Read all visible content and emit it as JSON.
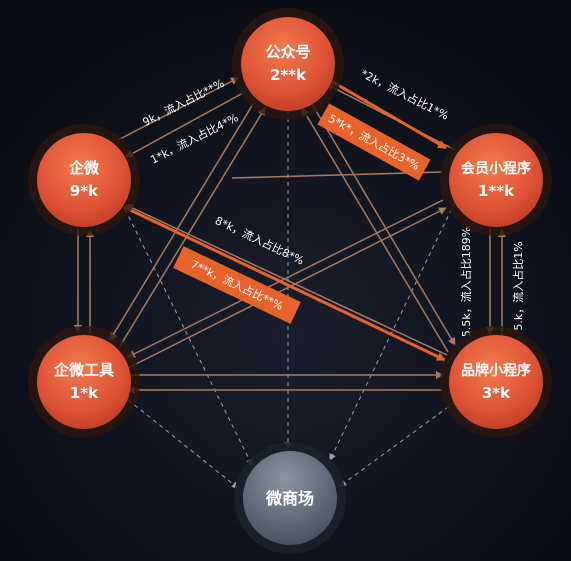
{
  "nodes": {
    "gzh": {
      "name": "公众号",
      "value": "2**k"
    },
    "qw": {
      "name": "企微",
      "value": "9*k"
    },
    "hy": {
      "name": "会员小程序",
      "value": "1**k"
    },
    "qwgj": {
      "name": "企微工具",
      "value": "1*k"
    },
    "pp": {
      "name": "品牌小程序",
      "value": "3*k"
    },
    "wsc": {
      "name": "微商场",
      "value": ""
    }
  },
  "edge_labels": {
    "qw_to_gzh": "9k，流入占比**%",
    "gzh_to_qw": "1*k，流入占比4*%",
    "hy_to_gzh": "*2k，流入占比1*%",
    "gzh_to_hy": "5*k*，流入占比3*%",
    "pp_to_qw": "8*k，流入占比8*%",
    "qw_to_pp": "7**k，流入占比**%",
    "hy_to_pp": "5.5k，流入占比189%",
    "pp_to_hy": "5.k，流入占比1%"
  },
  "colors": {
    "background": "#0b0d14",
    "node_orange": "#e7603d",
    "node_gray": "#6b7382",
    "arrow": "#a77b63",
    "highlight": "#e8632b",
    "dashed": "#9aa0ad"
  }
}
